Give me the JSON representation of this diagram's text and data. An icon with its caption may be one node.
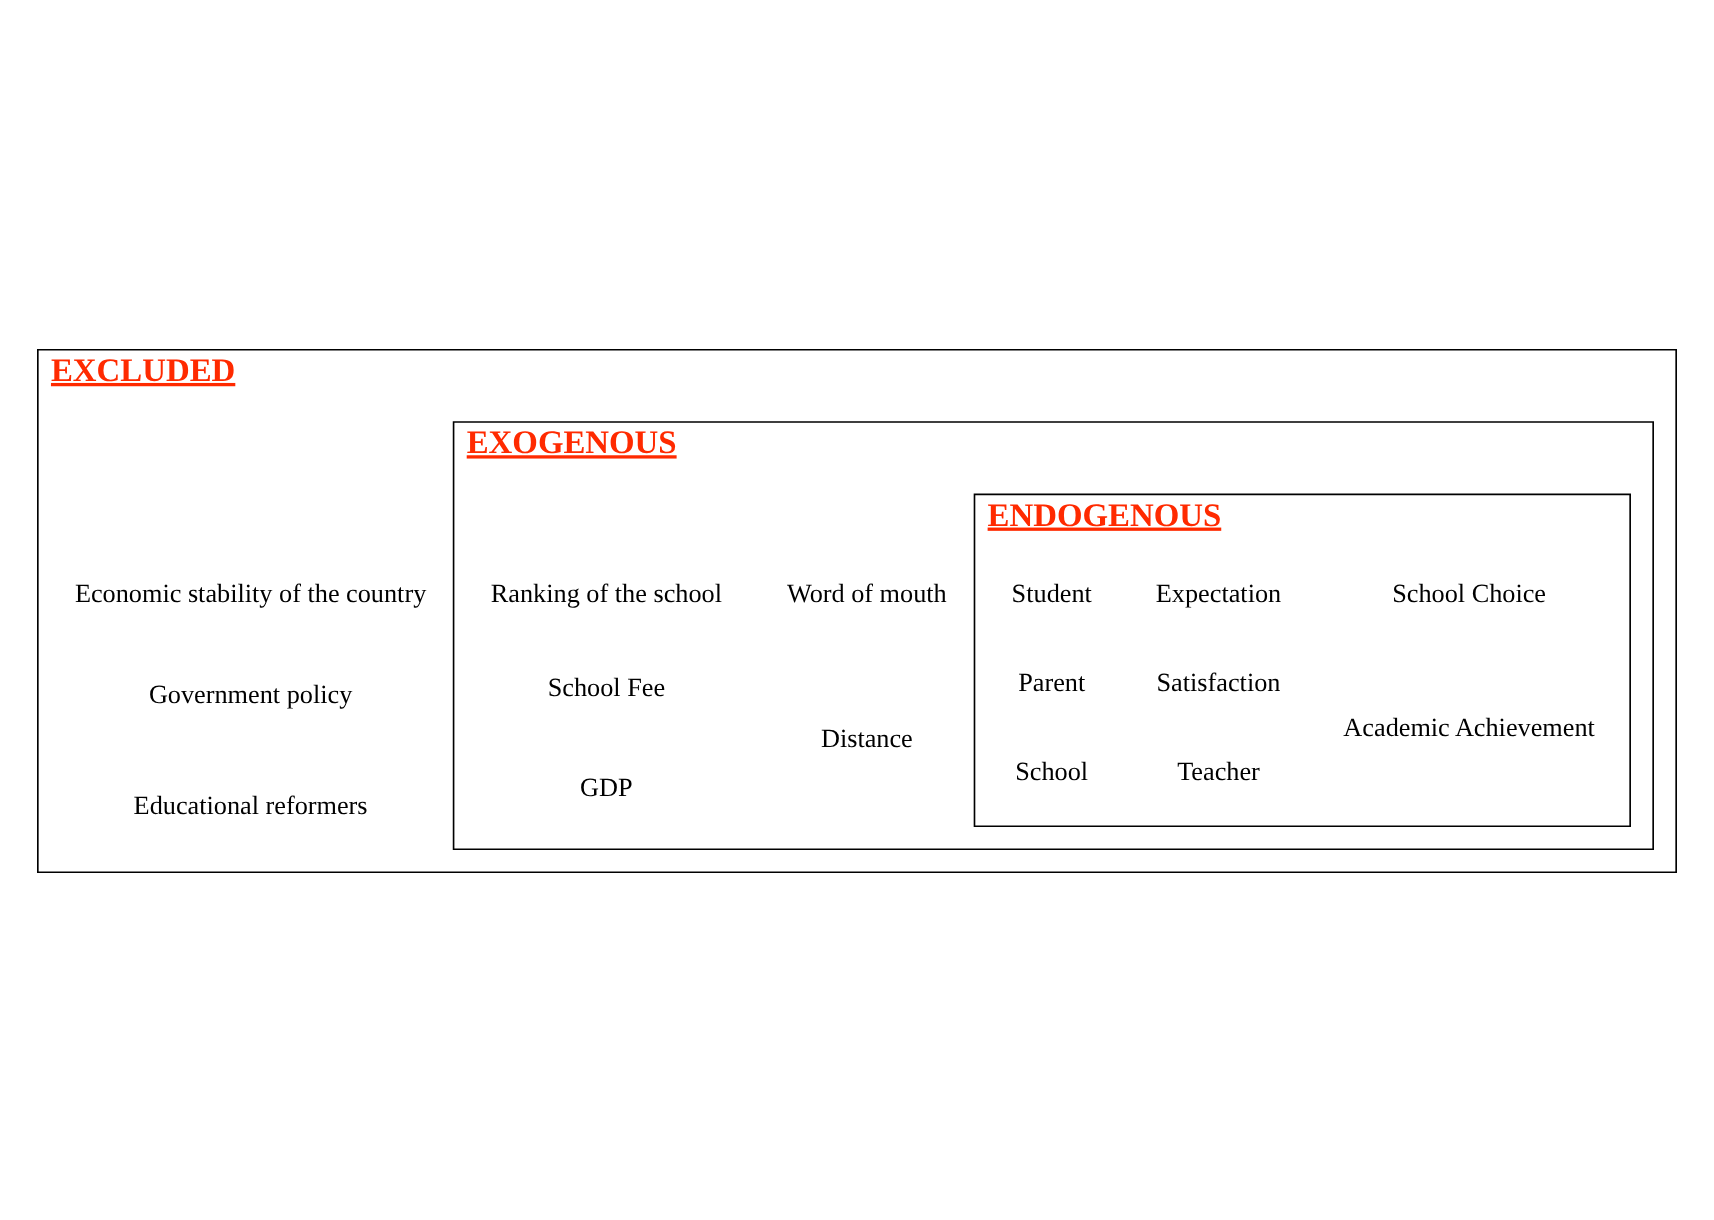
{
  "diagram": {
    "nodes": [
      {
        "text": [
          "EXCLUDED",
          "Economic stability of the country",
          "Government policy",
          "Educational reformers"
        ]
      },
      {
        "text": [
          "EXOGENOUS",
          "Ranking of the school",
          "School Fee",
          "GDP",
          "Word of mouth",
          "Distance"
        ],
        "in": 0
      },
      {
        "text": [
          "ENDOGENOUS",
          "Student",
          "Parent",
          "School",
          "Expectation",
          "Satisfaction",
          "Teacher",
          "School Choice",
          "Academic Achievement"
        ],
        "in": 1
      }
    ]
  }
}
